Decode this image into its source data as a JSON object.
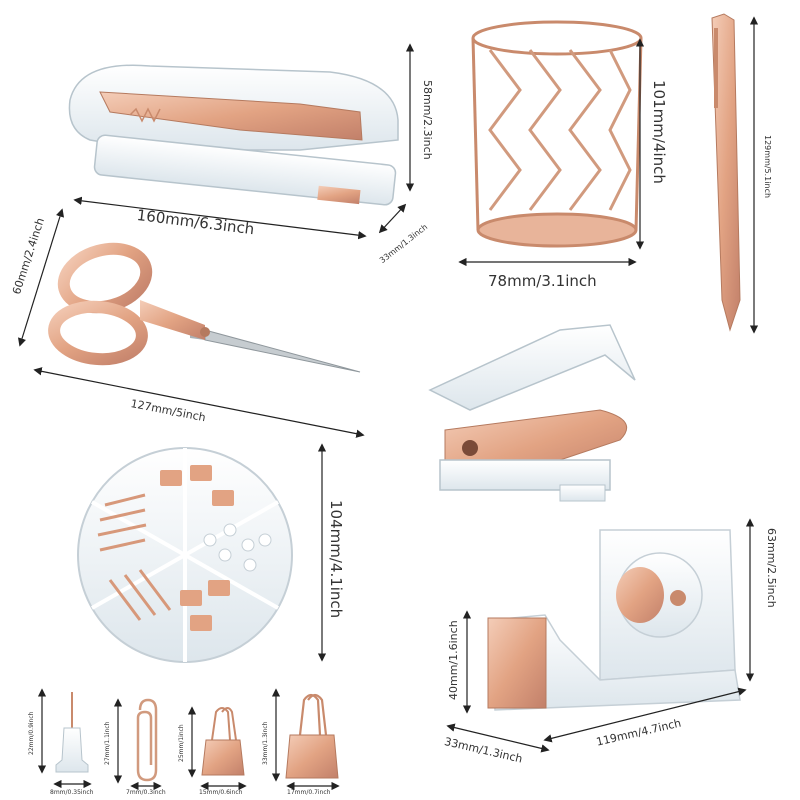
{
  "colors": {
    "rose_gold": "#e8b49a",
    "rose_gold_dark": "#c98a6c",
    "acrylic": "#eef3f6",
    "dimension_line": "#222222"
  },
  "products": [
    {
      "name": "stapler",
      "dimensions": [
        "160mm/6.3inch",
        "58mm/2.3inch",
        "33mm/1.3inch"
      ]
    },
    {
      "name": "pen holder",
      "dimensions": [
        "101mm/4inch",
        "78mm/3.1inch"
      ]
    },
    {
      "name": "pen",
      "dimensions": [
        "129mm/5.1inch"
      ]
    },
    {
      "name": "scissors",
      "dimensions": [
        "60mm/2.4inch",
        "127mm/5inch"
      ]
    },
    {
      "name": "staple remover",
      "dimensions": []
    },
    {
      "name": "clip organizer",
      "dimensions": [
        "104mm/4.1inch"
      ]
    },
    {
      "name": "tape dispenser",
      "dimensions": [
        "63mm/2.5inch",
        "40mm/1.6inch",
        "119mm/4.7inch",
        "33mm/1.3inch"
      ]
    },
    {
      "name": "push pin",
      "dimensions": [
        "22mm/0.9inch",
        "8mm/0.35inch"
      ]
    },
    {
      "name": "paper clip",
      "dimensions": [
        "27mm/1.1inch",
        "7mm/0.3inch"
      ]
    },
    {
      "name": "small binder clip",
      "dimensions": [
        "25mm/1inch",
        "15mm/0.6inch"
      ]
    },
    {
      "name": "large binder clip",
      "dimensions": [
        "33mm/1.3inch",
        "17mm/0.7inch"
      ]
    }
  ]
}
